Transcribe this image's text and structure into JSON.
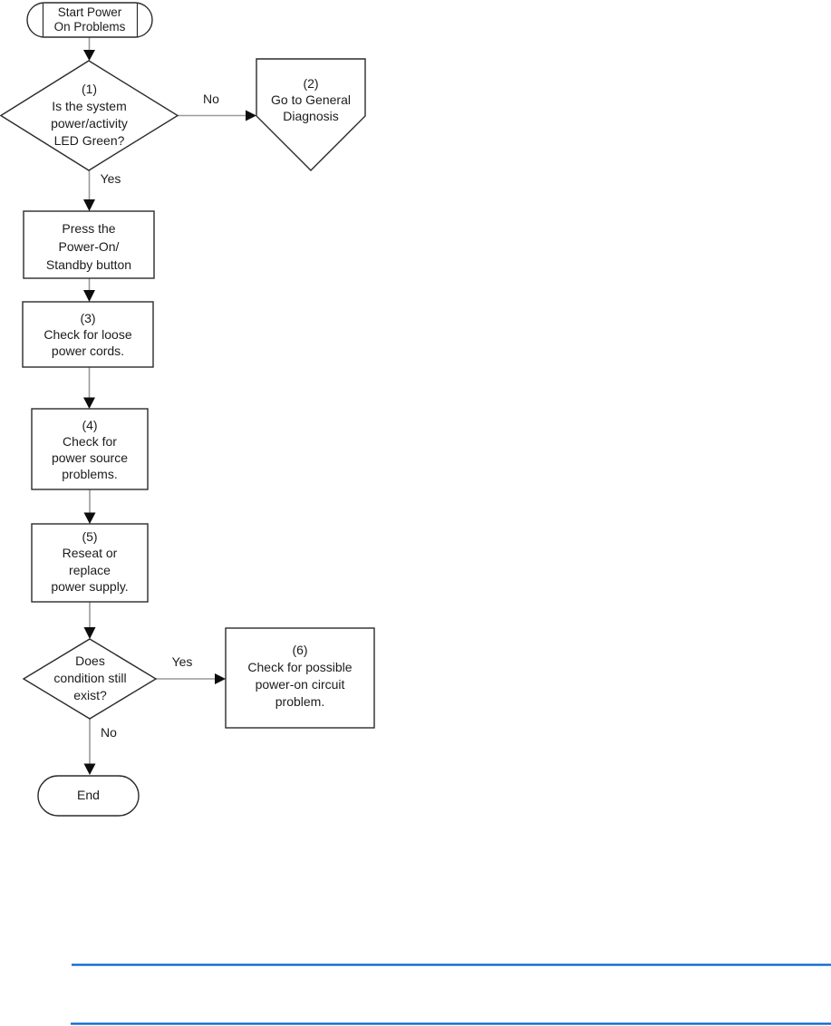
{
  "flowchart": {
    "nodes": {
      "start": {
        "type": "terminator",
        "label": "Start Power\nOn Problems"
      },
      "decision1": {
        "type": "decision",
        "label": "(1)\nIs the system\npower/activity\nLED Green?"
      },
      "offpage2": {
        "type": "offpage-connector",
        "label": "(2)\nGo to General\nDiagnosis"
      },
      "process_press": {
        "type": "process",
        "label": "Press the\nPower-On/\nStandby button"
      },
      "process3": {
        "type": "process",
        "label": "(3)\nCheck for loose\npower cords."
      },
      "process4": {
        "type": "process",
        "label": "(4)\nCheck for\npower source\nproblems."
      },
      "process5": {
        "type": "process",
        "label": "(5)\nReseat or\nreplace\npower supply."
      },
      "decision_cond": {
        "type": "decision",
        "label": "Does\ncondition still\nexist?"
      },
      "process6": {
        "type": "process",
        "label": "(6)\nCheck for possible\npower-on circuit\nproblem."
      },
      "end": {
        "type": "terminator",
        "label": "End"
      }
    },
    "edge_labels": {
      "decision1_no": "No",
      "decision1_yes": "Yes",
      "decision_cond_yes": "Yes",
      "decision_cond_no": "No"
    },
    "colors": {
      "shape_outline": "#2b2b2b",
      "connector_line": "#9a9a9a",
      "arrowhead": "#0d0d0d",
      "text": "#1c1c1c",
      "footer_rule": "#0066cc"
    }
  }
}
